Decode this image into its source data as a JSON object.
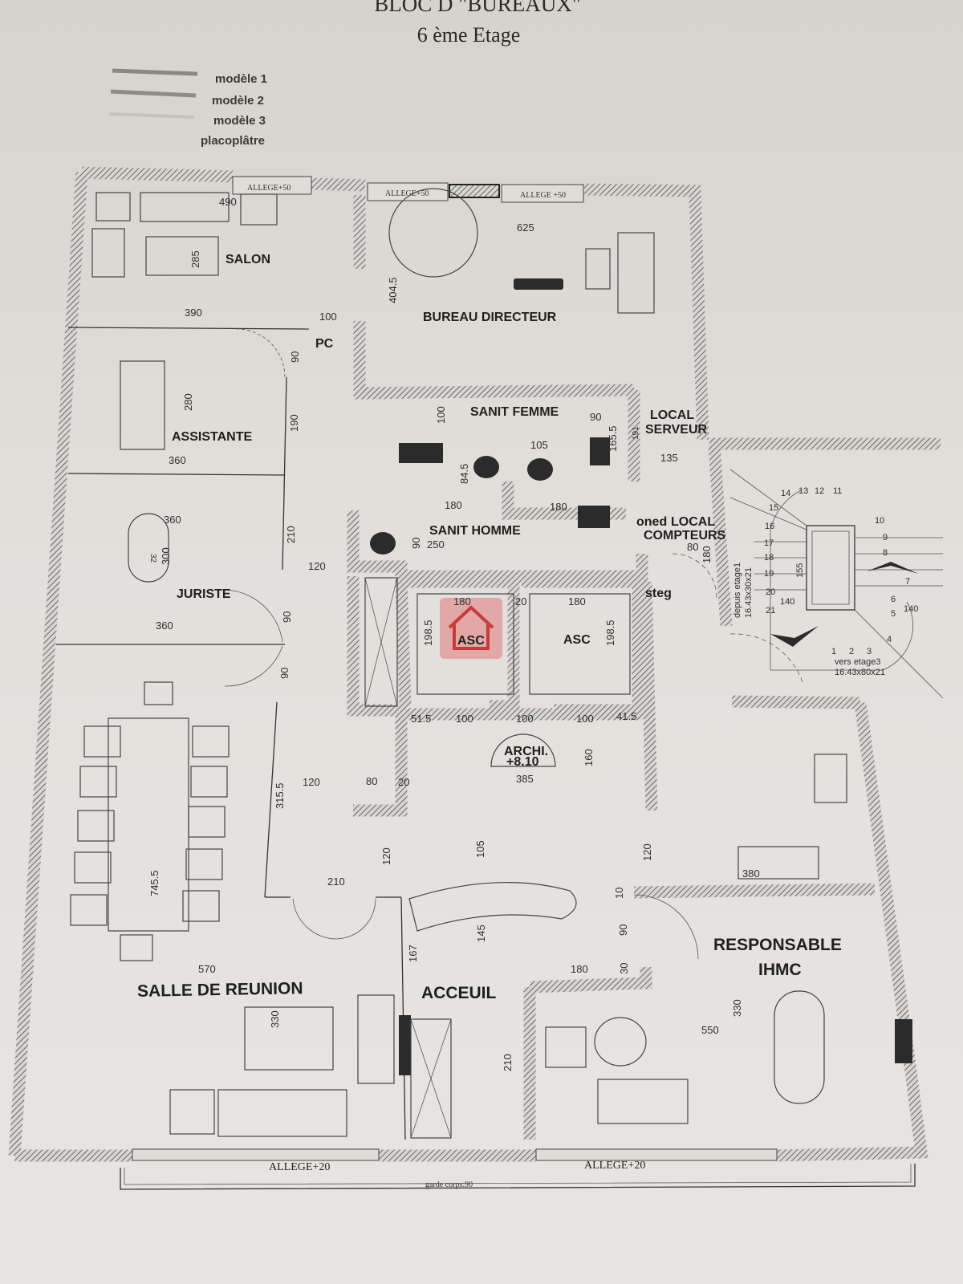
{
  "title": {
    "line1": "BLOC D \"BUREAUX\"",
    "line2": "6 ème Etage"
  },
  "legend": [
    {
      "label": "modèle 1",
      "color": "#8a8884"
    },
    {
      "label": "modèle 2",
      "color": "#8e8c88"
    },
    {
      "label": "modèle 3",
      "color": "#c4c2be"
    },
    {
      "label": "placoplâtre"
    }
  ],
  "rooms": {
    "salon": "SALON",
    "bureau_directeur": "BUREAU DIRECTEUR",
    "pc": "PC",
    "sanit_femme": "SANIT FEMME",
    "local_serveur_1": "LOCAL",
    "local_serveur_2": "SERVEUR",
    "sanit_homme": "SANIT HOMME",
    "oned": "oned",
    "local_compteurs_1": "LOCAL",
    "local_compteurs_2": "COMPTEURS",
    "steg": "steg",
    "assistante": "ASSISTANTE",
    "juriste": "JURISTE",
    "asc_1": "ASC",
    "asc_2": "ASC",
    "archi_1": "ARCHI.",
    "archi_2": "+8.10",
    "salle_reunion": "SALLE DE REUNION",
    "acceuil": "ACCEUIL",
    "responsable_1": "RESPONSABLE",
    "responsable_2": "IHMC"
  },
  "alleges": {
    "top": [
      "ALLEGE+50",
      "ALLEGE+50",
      "ALLEGE +50"
    ],
    "bottom": [
      "ALLEGE+20",
      "ALLEGE+20"
    ],
    "garde_corps": "garde corps:90"
  },
  "stair": {
    "steps": [
      "1",
      "2",
      "3",
      "4",
      "5",
      "6",
      "7",
      "8",
      "9",
      "10",
      "11",
      "12",
      "13",
      "14",
      "15",
      "16",
      "17",
      "18",
      "19",
      "20",
      "21"
    ],
    "from_label": "depuis etage1",
    "from_dims": "16.43x30x21",
    "to_label": "vers etage3",
    "to_dims": "16.43x80x21",
    "width_1": "155",
    "width_2": "140",
    "width_3": "140"
  },
  "dims": [
    "490",
    "625",
    "285",
    "404.5",
    "390",
    "100",
    "90",
    "280",
    "190",
    "360",
    "100",
    "90",
    "165.5",
    "105",
    "84.5",
    "180",
    "180",
    "250",
    "90",
    "135",
    "80",
    "180",
    "360",
    "300",
    "210",
    "120",
    "90",
    "360",
    "90",
    "180",
    "20",
    "180",
    "198.5",
    "198.5",
    "51.5",
    "100",
    "100",
    "100",
    "41.5",
    "160",
    "385",
    "120",
    "80",
    "20",
    "315.5",
    "745.5",
    "120",
    "105",
    "120",
    "380",
    "210",
    "10",
    "90",
    "145",
    "167",
    "180",
    "30",
    "570",
    "330",
    "330",
    "550",
    "210",
    "191",
    "32"
  ],
  "colors": {
    "wall_hatch": "#8c8a86",
    "paper": "#e2dfdb",
    "logo": "#e07a7a"
  }
}
